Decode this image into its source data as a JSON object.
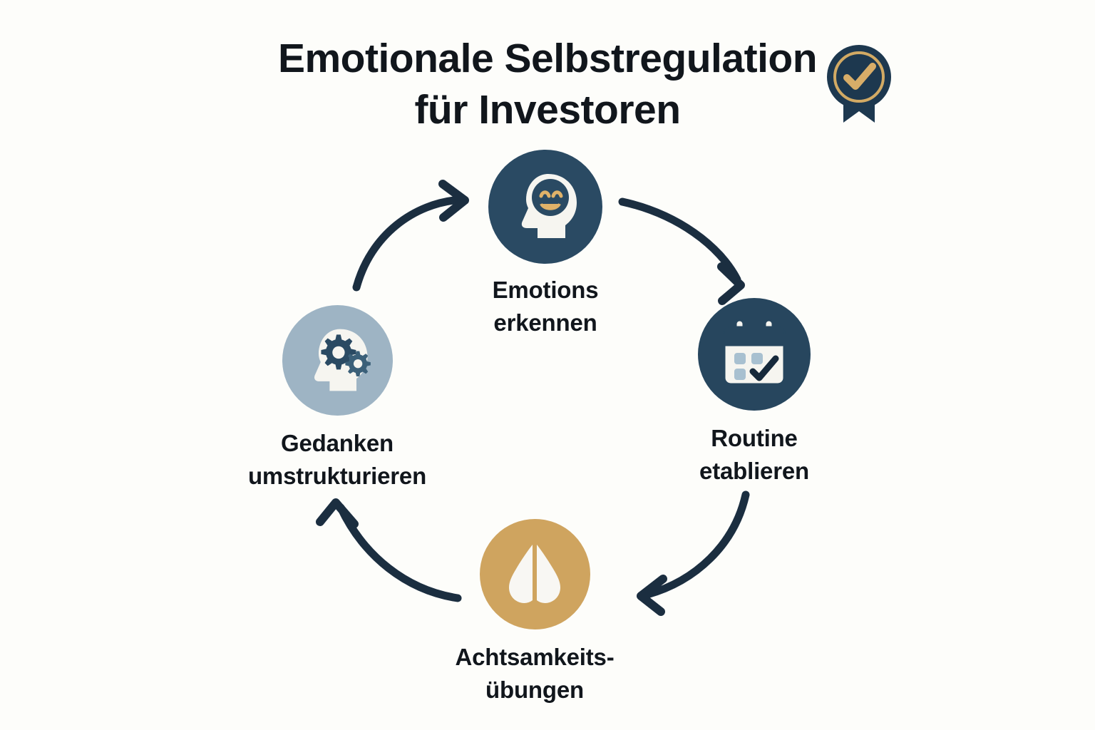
{
  "page": {
    "background_color": "#fdfdfa",
    "text_color": "#11161c"
  },
  "title": {
    "line1": "Emotionale Selbstregulation",
    "line2": "für Investoren"
  },
  "badge": {
    "name": "verified-badge",
    "ring_color": "#d2aa64",
    "body_color": "#1d384f",
    "check_color": "#d8ad68"
  },
  "colors": {
    "navy": "#2a4a63",
    "navy_dark": "#1d384f",
    "gold": "#cfa45f",
    "steel": "#9eb4c4",
    "cream": "#f6f5f0",
    "chip": "#a8c0d0"
  },
  "cycle": {
    "nodes": [
      {
        "id": "emotions-erkennen",
        "icon": "head-smiley-icon",
        "label": "Emotions\nerkennen",
        "circle_color": "#2a4a63",
        "position": "top"
      },
      {
        "id": "routine-etablieren",
        "icon": "calendar-check-icon",
        "label": "Routine\netablieren",
        "circle_color": "#27465e",
        "position": "right"
      },
      {
        "id": "achtsamkeitsuebungen",
        "icon": "praying-hands-icon",
        "label": "Achtsamkeits-\nübungen",
        "circle_color": "#cfa45f",
        "position": "bottom"
      },
      {
        "id": "gedanken-umstrukturieren",
        "icon": "head-gears-icon",
        "label": "Gedanken\numstrukturieren",
        "circle_color": "#9eb4c4",
        "position": "left"
      }
    ],
    "arrows": [
      {
        "id": "arrow-left-to-top",
        "from": "gedanken-umstrukturieren",
        "to": "emotions-erkennen",
        "color": "#1b2e40"
      },
      {
        "id": "arrow-top-to-right",
        "from": "emotions-erkennen",
        "to": "routine-etablieren",
        "color": "#1b2e40"
      },
      {
        "id": "arrow-right-to-bottom",
        "from": "routine-etablieren",
        "to": "achtsamkeitsuebungen",
        "color": "#1b2e40"
      },
      {
        "id": "arrow-bottom-to-left",
        "from": "achtsamkeitsuebungen",
        "to": "gedanken-umstrukturieren",
        "color": "#1b2e40"
      }
    ]
  }
}
